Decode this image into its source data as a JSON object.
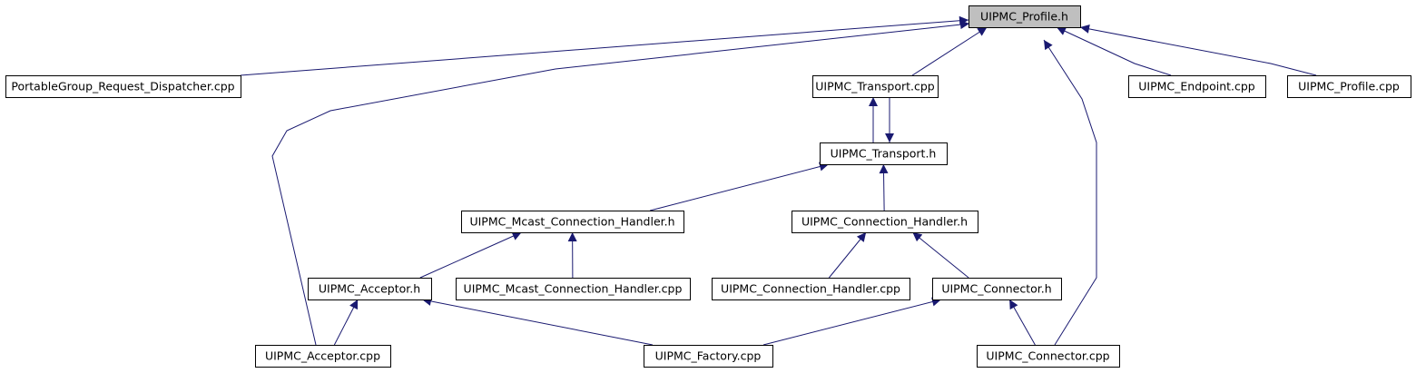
{
  "graph": {
    "edge_color": "#191970",
    "node_fill": "#ffffff",
    "highlight_fill": "#bfbfbf",
    "nodes": [
      {
        "id": "profile_h",
        "label": "UIPMC_Profile.h",
        "highlight": true
      },
      {
        "id": "pg_dispatcher",
        "label": "PortableGroup_Request_Dispatcher.cpp"
      },
      {
        "id": "transport_cpp",
        "label": "UIPMC_Transport.cpp"
      },
      {
        "id": "endpoint_cpp",
        "label": "UIPMC_Endpoint.cpp"
      },
      {
        "id": "profile_cpp",
        "label": "UIPMC_Profile.cpp"
      },
      {
        "id": "transport_h",
        "label": "UIPMC_Transport.h"
      },
      {
        "id": "mcast_handler_h",
        "label": "UIPMC_Mcast_Connection_Handler.h"
      },
      {
        "id": "conn_handler_h",
        "label": "UIPMC_Connection_Handler.h"
      },
      {
        "id": "acceptor_h",
        "label": "UIPMC_Acceptor.h"
      },
      {
        "id": "mcast_handler_cpp",
        "label": "UIPMC_Mcast_Connection_Handler.cpp"
      },
      {
        "id": "conn_handler_cpp",
        "label": "UIPMC_Connection_Handler.cpp"
      },
      {
        "id": "connector_h",
        "label": "UIPMC_Connector.h"
      },
      {
        "id": "acceptor_cpp",
        "label": "UIPMC_Acceptor.cpp"
      },
      {
        "id": "factory_cpp",
        "label": "UIPMC_Factory.cpp"
      },
      {
        "id": "connector_cpp",
        "label": "UIPMC_Connector.cpp"
      }
    ],
    "edges": [
      {
        "from": "pg_dispatcher",
        "to": "profile_h"
      },
      {
        "from": "acceptor_cpp",
        "to": "profile_h"
      },
      {
        "from": "transport_cpp",
        "to": "profile_h"
      },
      {
        "from": "connector_cpp",
        "to": "profile_h"
      },
      {
        "from": "endpoint_cpp",
        "to": "profile_h"
      },
      {
        "from": "profile_cpp",
        "to": "profile_h"
      },
      {
        "from": "transport_h",
        "to": "transport_cpp"
      },
      {
        "from": "transport_cpp",
        "to": "transport_h"
      },
      {
        "from": "mcast_handler_h",
        "to": "transport_h"
      },
      {
        "from": "conn_handler_h",
        "to": "transport_h"
      },
      {
        "from": "acceptor_h",
        "to": "mcast_handler_h"
      },
      {
        "from": "mcast_handler_cpp",
        "to": "mcast_handler_h"
      },
      {
        "from": "conn_handler_cpp",
        "to": "conn_handler_h"
      },
      {
        "from": "connector_h",
        "to": "conn_handler_h"
      },
      {
        "from": "acceptor_cpp",
        "to": "acceptor_h"
      },
      {
        "from": "factory_cpp",
        "to": "acceptor_h"
      },
      {
        "from": "factory_cpp",
        "to": "connector_h"
      },
      {
        "from": "connector_cpp",
        "to": "connector_h"
      }
    ]
  }
}
